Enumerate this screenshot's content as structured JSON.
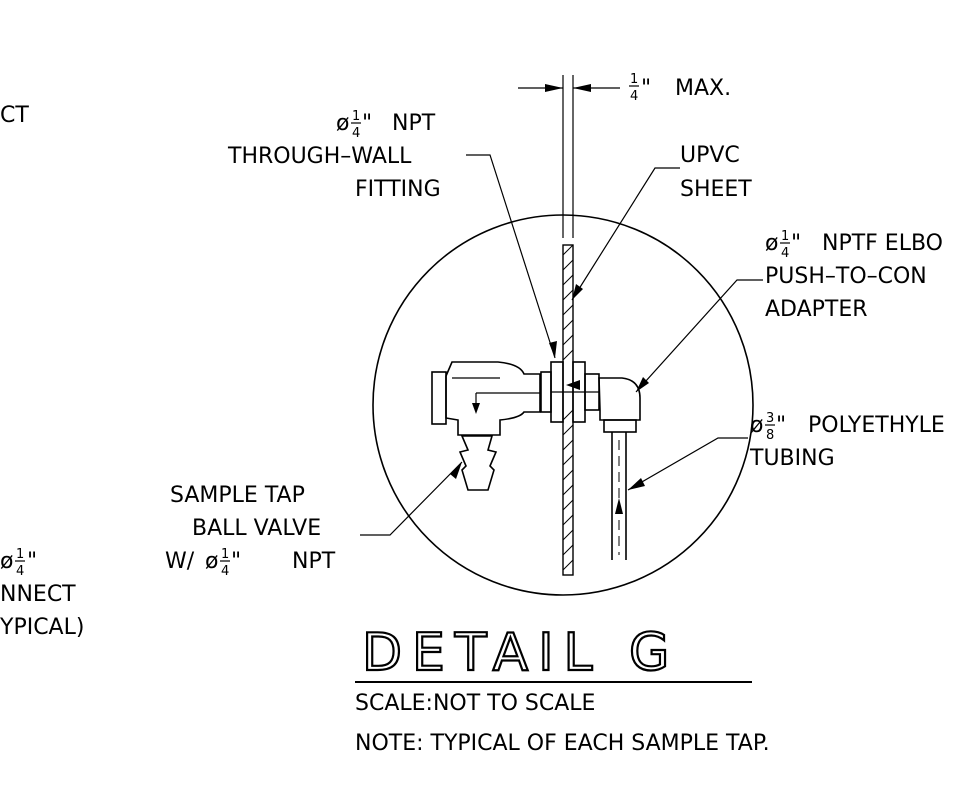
{
  "labels": {
    "cut_top_left": "CT",
    "through_wall_1": "NPT",
    "through_wall_2": "THROUGH–WALL",
    "through_wall_3": "FITTING",
    "max": "MAX.",
    "upvc_1": "UPVC",
    "upvc_2": "SHEET",
    "elbow_1": "NPTF  ELBO",
    "elbow_2": "PUSH–TO–CON",
    "elbow_3": "ADAPTER",
    "poly_1": "POLYETHYLE",
    "poly_2": "TUBING",
    "tap_1": "SAMPLE  TAP",
    "tap_2": "BALL  VALVE",
    "tap_3": "NPT",
    "tap_3_prefix": "W/",
    "left_connect": "NNECT",
    "left_typical": "YPICAL)",
    "title": "DETAIL  G",
    "scale": "SCALE:NOT  TO  SCALE",
    "note": "NOTE:  TYPICAL  OF  EACH  SAMPLE  TAP."
  },
  "symbols": {
    "dia": "ø",
    "one": "1",
    "four": "4",
    "three": "3",
    "eight": "8",
    "inch": "\""
  }
}
